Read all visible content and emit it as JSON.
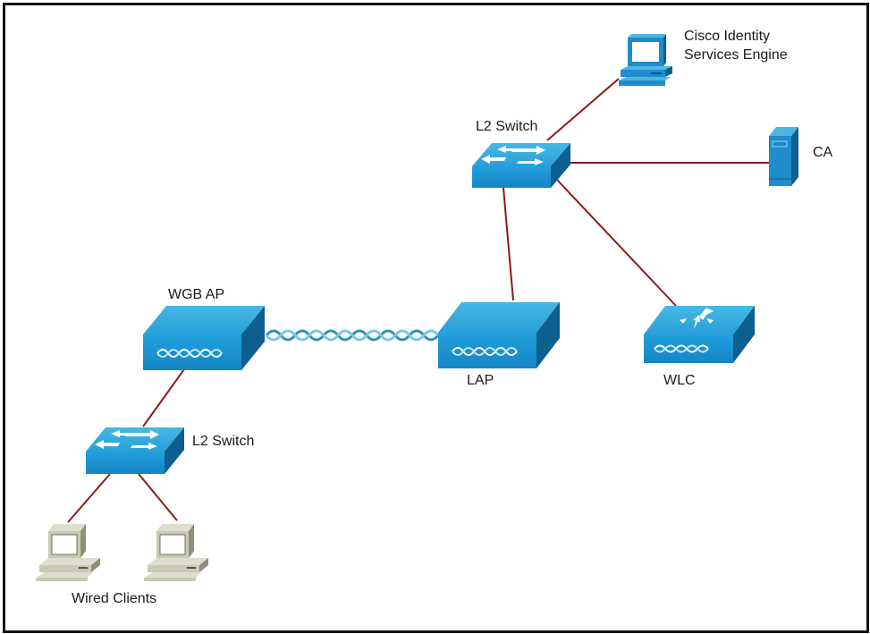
{
  "diagram": {
    "title": "",
    "colors": {
      "link": "#8b1a1a",
      "device_top": "#2ea7db",
      "device_front": "#1b8fcf",
      "device_side": "#0d5f8f",
      "client_body": "#c9c9b4",
      "client_shade": "#8f8f7a",
      "border": "#111111"
    },
    "nodes": [
      {
        "id": "ise",
        "type": "workstation",
        "label_lines": [
          "Cisco Identity",
          "Services Engine"
        ]
      },
      {
        "id": "core-switch",
        "type": "switch",
        "label": "L2 Switch"
      },
      {
        "id": "ca",
        "type": "server",
        "label": "CA"
      },
      {
        "id": "wgb-ap",
        "type": "access-point",
        "label": "WGB AP"
      },
      {
        "id": "lap",
        "type": "access-point",
        "label": "LAP"
      },
      {
        "id": "wlc",
        "type": "wireless-controller",
        "label": "WLC"
      },
      {
        "id": "access-switch",
        "type": "switch",
        "label": "L2 Switch"
      },
      {
        "id": "client-1",
        "type": "pc"
      },
      {
        "id": "client-2",
        "type": "pc"
      }
    ],
    "group_labels": {
      "wired_clients": "Wired Clients"
    },
    "links": [
      {
        "from": "core-switch",
        "to": "ise",
        "kind": "wired"
      },
      {
        "from": "core-switch",
        "to": "ca",
        "kind": "wired"
      },
      {
        "from": "core-switch",
        "to": "lap",
        "kind": "wired"
      },
      {
        "from": "core-switch",
        "to": "wlc",
        "kind": "wired"
      },
      {
        "from": "wgb-ap",
        "to": "lap",
        "kind": "wireless"
      },
      {
        "from": "wgb-ap",
        "to": "access-switch",
        "kind": "wired"
      },
      {
        "from": "access-switch",
        "to": "client-1",
        "kind": "wired"
      },
      {
        "from": "access-switch",
        "to": "client-2",
        "kind": "wired"
      }
    ]
  }
}
